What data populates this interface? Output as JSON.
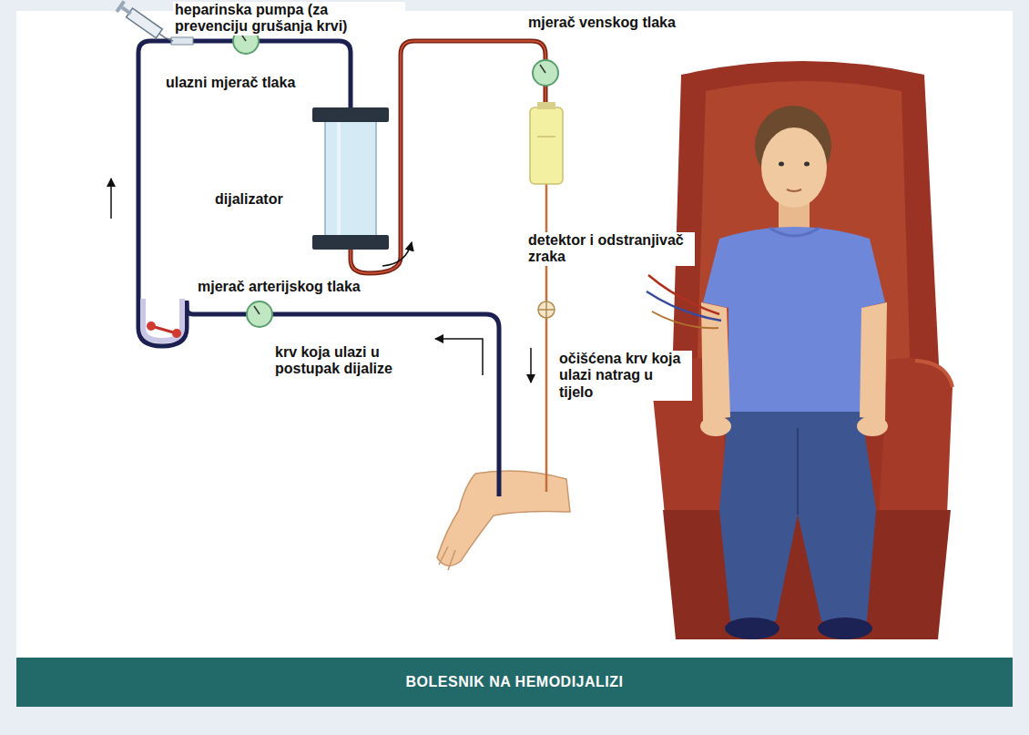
{
  "diagram": {
    "caption": "BOLESNIK NA HEMODIJALIZI",
    "labels": [
      "heparinska pumpa (za prevenciju grušanja krvi)",
      "ulazni mjerač tlaka",
      "dijalizator",
      "mjerač venskog tlaka",
      "detektor i odstranjivač zraka",
      "mjerač arterijskog tlaka",
      "krv koja ulazi u postupak dijalize",
      "očišćena krv koja ulazi natrag u tijelo"
    ]
  }
}
